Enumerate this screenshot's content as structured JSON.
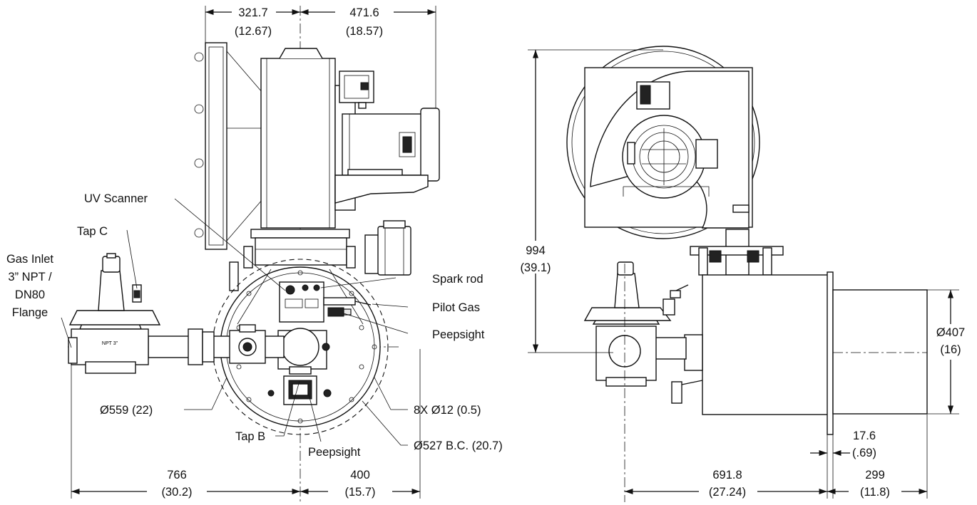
{
  "callouts": {
    "uv_scanner": "UV Scanner",
    "tap_c": "Tap C",
    "gas_inlet": [
      "Gas Inlet",
      "3” NPT /",
      "DN80",
      "Flange"
    ],
    "spark_rod": "Spark rod",
    "pilot_gas": "Pilot Gas",
    "peepsight_upper": "Peepsight",
    "diam_559": "Ø559 (22)",
    "holes_8x": "8X Ø12 (0.5)",
    "tap_b": "Tap B",
    "peepsight_lower": "Peepsight",
    "bolt_circle": "Ø527 B.C. (20.7)",
    "regulator_tag": "NPT 3\""
  },
  "dimensions": {
    "top_left": {
      "mm": "321.7",
      "in": "(12.67)"
    },
    "top_right": {
      "mm": "471.6",
      "in": "(18.57)"
    },
    "bottom_left": {
      "mm": "766",
      "in": "(30.2)"
    },
    "bottom_right": {
      "mm": "400",
      "in": "(15.7)"
    },
    "height": {
      "mm": "994",
      "in": "(39.1)"
    },
    "tube_diameter": {
      "mm": "Ø407",
      "in": "(16)"
    },
    "flange_thickness": {
      "mm": "17.6",
      "in": "(.69)"
    },
    "side_length": {
      "mm": "691.8",
      "in": "(27.24)"
    },
    "tube_length": {
      "mm": "299",
      "in": "(11.8)"
    }
  }
}
